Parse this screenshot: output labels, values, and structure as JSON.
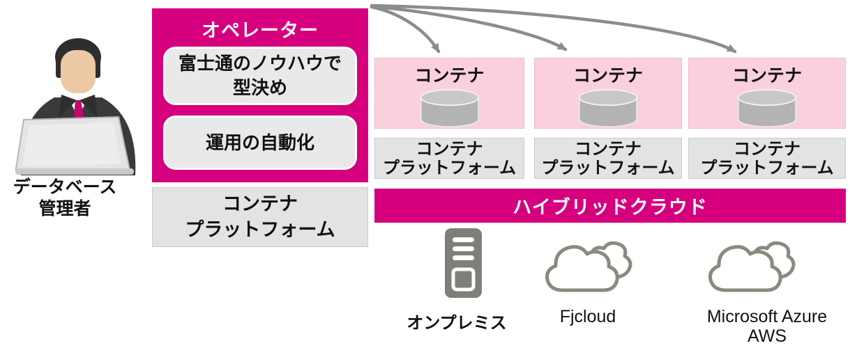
{
  "colors": {
    "brand_magenta": "#d6007e",
    "container_pink": "#f9d0dc",
    "box_gray": "#e3e3e3",
    "arrow_gray": "#8c8c8c",
    "cylinder_gray": "#b3b3b3",
    "server_gray": "#807f77",
    "cloud_outline_gray": "#8a8a80"
  },
  "admin": {
    "label_line1": "データベース",
    "label_line2": "管理者",
    "icon": "person-at-laptop-icon"
  },
  "operator": {
    "title": "オペレーター",
    "items": [
      {
        "line1": "富士通のノウハウで",
        "line2": "型決め"
      },
      {
        "line1": "運用の自動化",
        "line2": ""
      }
    ]
  },
  "platform_left": {
    "line1": "コンテナ",
    "line2": "プラットフォーム"
  },
  "containers": [
    {
      "title": "コンテナ",
      "icon": "database-cylinder-icon",
      "platform_line1": "コンテナ",
      "platform_line2": "プラットフォーム"
    },
    {
      "title": "コンテナ",
      "icon": "database-cylinder-icon",
      "platform_line1": "コンテナ",
      "platform_line2": "プラットフォーム"
    },
    {
      "title": "コンテナ",
      "icon": "database-cylinder-icon",
      "platform_line1": "コンテナ",
      "platform_line2": "プラットフォーム"
    }
  ],
  "hybrid_cloud": {
    "title": "ハイブリッドクラウド"
  },
  "infrastructure": [
    {
      "label": "オンプレミス",
      "icon": "server-icon"
    },
    {
      "label": "Fjcloud",
      "icon": "cloud-icon"
    },
    {
      "label_line1": "Microsoft Azure",
      "label_line2": "AWS",
      "icon": "cloud-icon"
    }
  ]
}
